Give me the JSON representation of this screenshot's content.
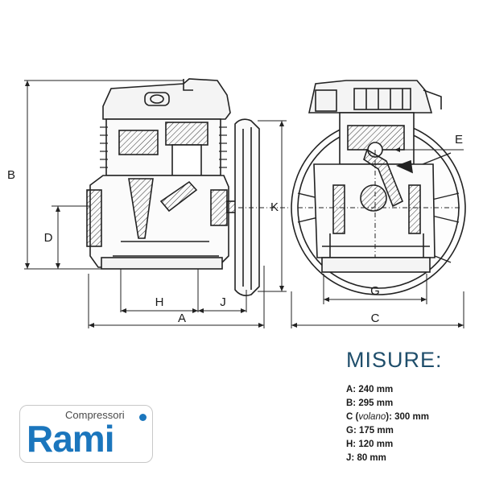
{
  "drawing": {
    "labels": {
      "a": "A",
      "b": "B",
      "c": "C",
      "d": "D",
      "e": "E",
      "g": "G",
      "h": "H",
      "j": "J",
      "k": "K"
    }
  },
  "spec": {
    "heading": "MISURE:",
    "items": [
      {
        "key": "A:",
        "note": "",
        "value": "240 mm"
      },
      {
        "key": "B:",
        "note": "",
        "value": "295 mm"
      },
      {
        "key": "C (",
        "note": "volano",
        "suffix": "):",
        "value": "300 mm"
      },
      {
        "key": "G:",
        "note": "",
        "value": "175 mm"
      },
      {
        "key": "H:",
        "note": "",
        "value": "120 mm"
      },
      {
        "key": "J:",
        "note": "",
        "value": "80 mm"
      }
    ]
  },
  "logo": {
    "subtitle": "Compressori",
    "word": "Rami",
    "color": "#1b76bd"
  }
}
